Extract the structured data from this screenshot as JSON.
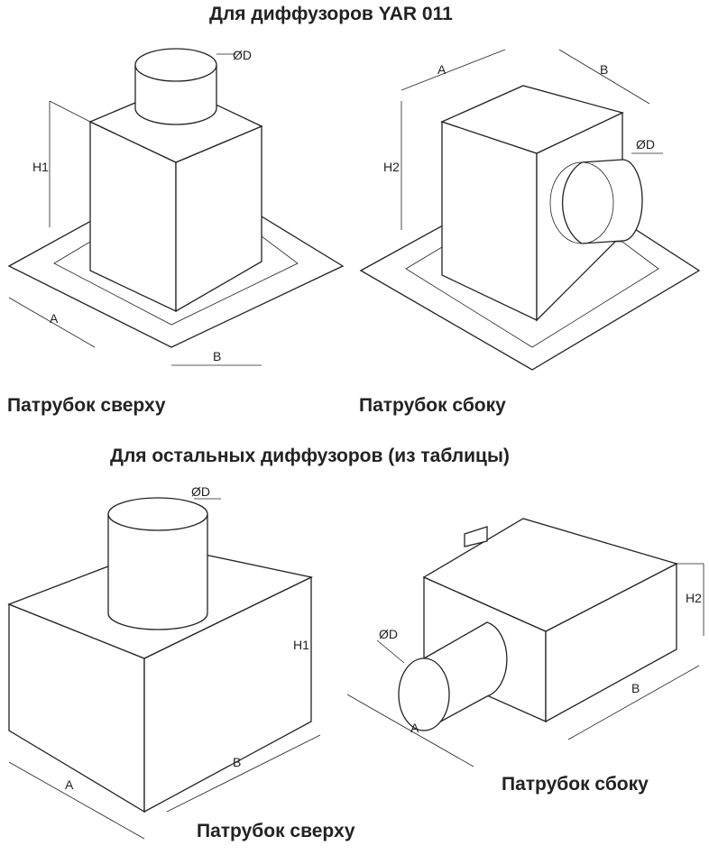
{
  "section1": {
    "title": "Для диффузоров YAR 011",
    "left_caption": "Патрубок сверху",
    "right_caption": "Патрубок сбоку"
  },
  "section2": {
    "title": "Для остальных диффузоров (из таблицы)",
    "left_caption": "Патрубок сверху",
    "right_caption": "Патрубок сбоку"
  },
  "dimensions": {
    "diameter": "ØD",
    "a": "A",
    "b": "B",
    "h1": "H1",
    "h2": "H2"
  }
}
